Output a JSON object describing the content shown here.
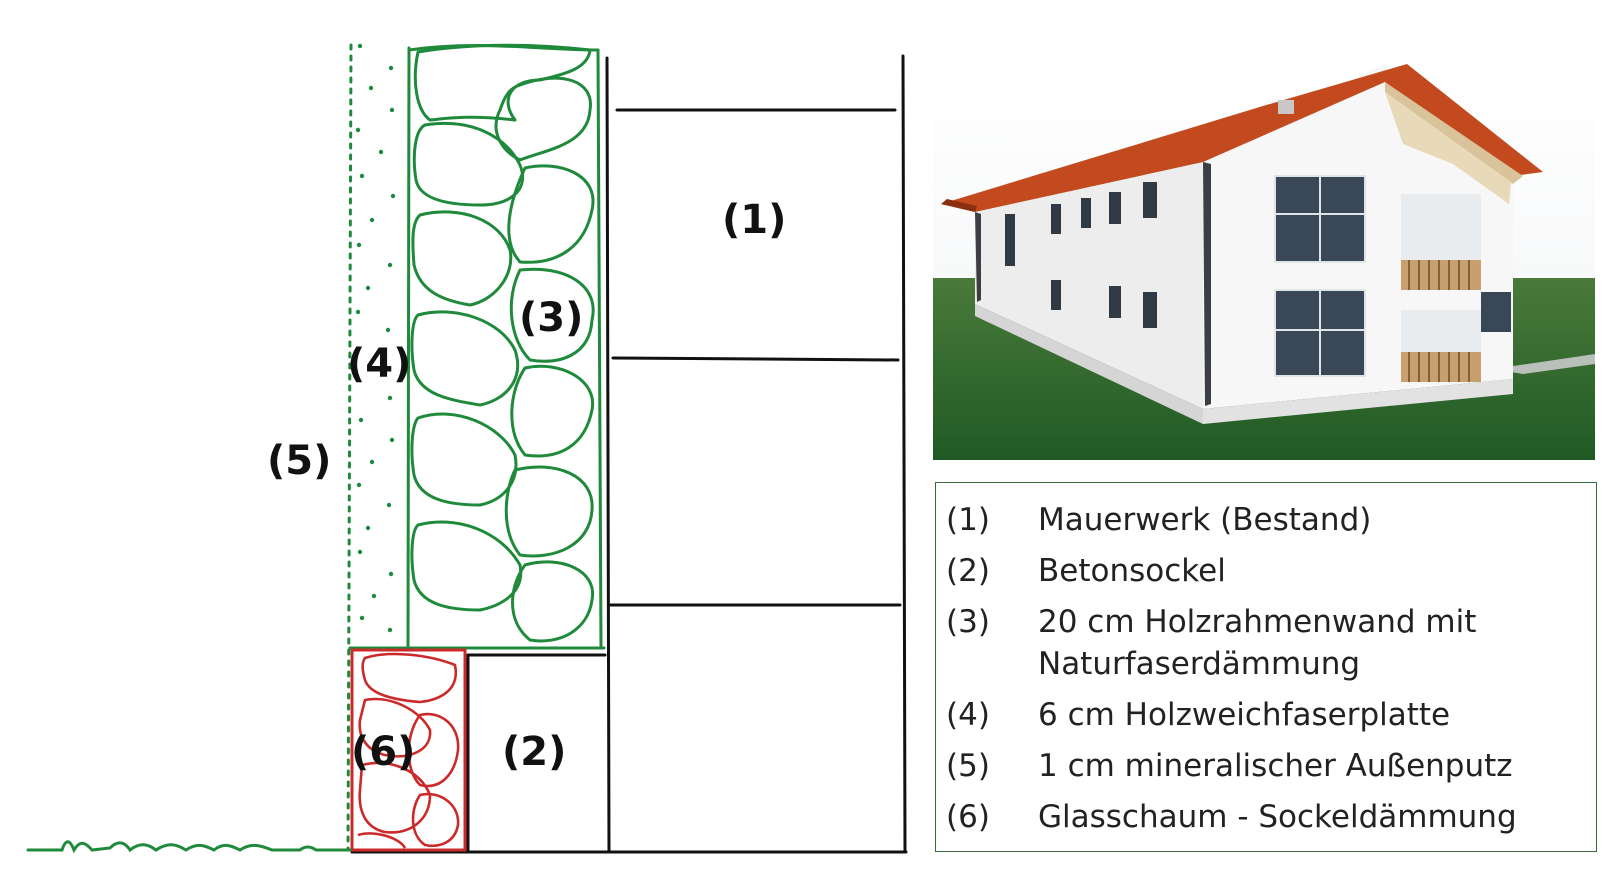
{
  "labels": {
    "l1": "(1)",
    "l2": "(2)",
    "l3": "(3)",
    "l4": "(4)",
    "l5": "(5)",
    "l6": "(6)"
  },
  "legend": [
    {
      "num": "(1)",
      "text": "Mauerwerk (Bestand)"
    },
    {
      "num": "(2)",
      "text": "Betonsockel"
    },
    {
      "num": "(3)",
      "text": "20 cm Holzrahmenwand mit",
      "text2": "Naturfaserdämmung"
    },
    {
      "num": "(4)",
      "text": "6 cm Holzweichfaserplatte"
    },
    {
      "num": "(5)",
      "text": "1 cm mineralischer  Außenputz"
    },
    {
      "num": "(6)",
      "text": "Glasschaum - Sockeldämmung"
    }
  ],
  "colors": {
    "insulation_green": "#1f8a3b",
    "glassfoam_red": "#cc2a2a",
    "ink": "#111111",
    "legend_border": "#3a6a3a"
  }
}
